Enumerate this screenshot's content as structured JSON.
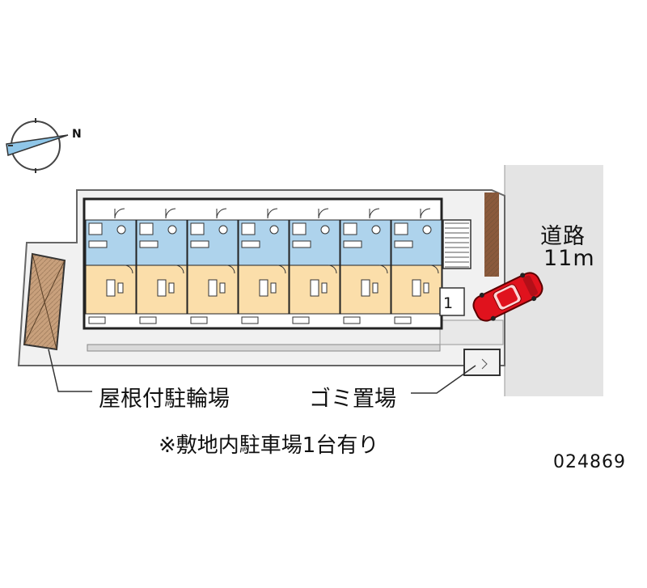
{
  "road": {
    "name": "道路",
    "width": "11m"
  },
  "labels": {
    "bicycle_parking": "屋根付駐輪場",
    "garbage": "ゴミ置場",
    "parking_note": "※敷地内駐車場1台有り",
    "parking_space_number": "1"
  },
  "compass": {
    "north_letter": "N",
    "icon": "compass-icon"
  },
  "property_id": "024869",
  "building": {
    "unit_count": 7
  },
  "colors": {
    "road": "#e4e4e4",
    "site": "#f1f1f1",
    "wet_area": "#aed3ec",
    "living_room": "#fbdeaa",
    "bike_shed": "#c8a07c",
    "car_body": "#e0121d",
    "outline": "#222222"
  }
}
